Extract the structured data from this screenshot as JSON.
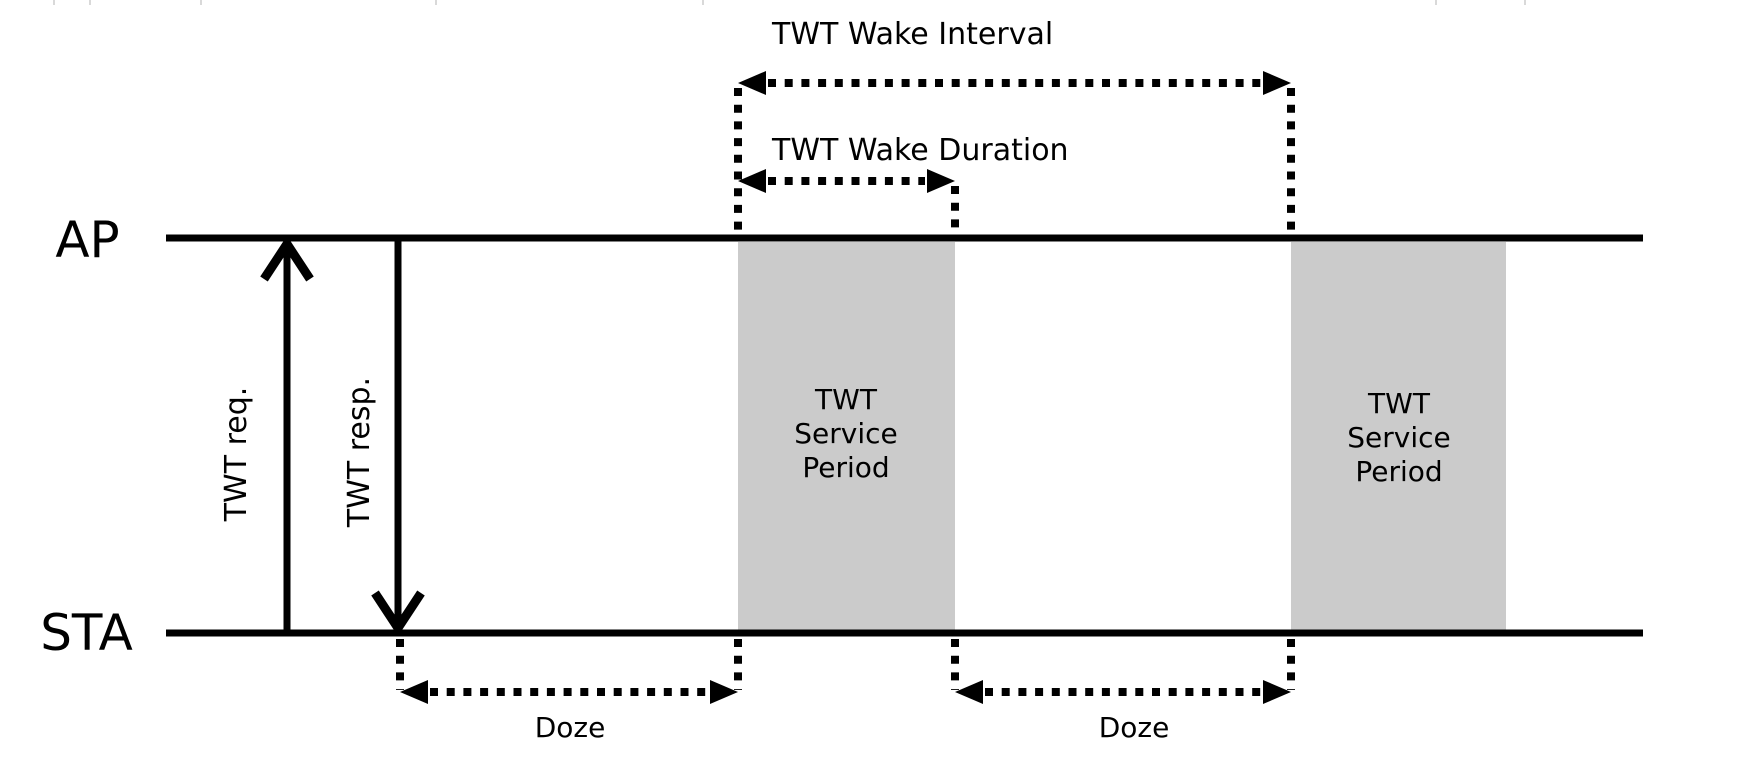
{
  "diagram": {
    "ap": "AP",
    "sta": "STA",
    "twt_req": "TWT req.",
    "twt_resp": "TWT resp.",
    "wake_interval": "TWT Wake Interval",
    "wake_duration": "TWT Wake Duration",
    "service_period_1": "TWT\nService\nPeriod",
    "service_period_2": "TWT\nService\nPeriod",
    "doze_1": "Doze",
    "doze_2": "Doze",
    "colors": {
      "line": "#000000",
      "service_period_fill": "#cbcbcb",
      "background": "#ffffff",
      "edge_artifact": "#d9d9d9"
    }
  }
}
